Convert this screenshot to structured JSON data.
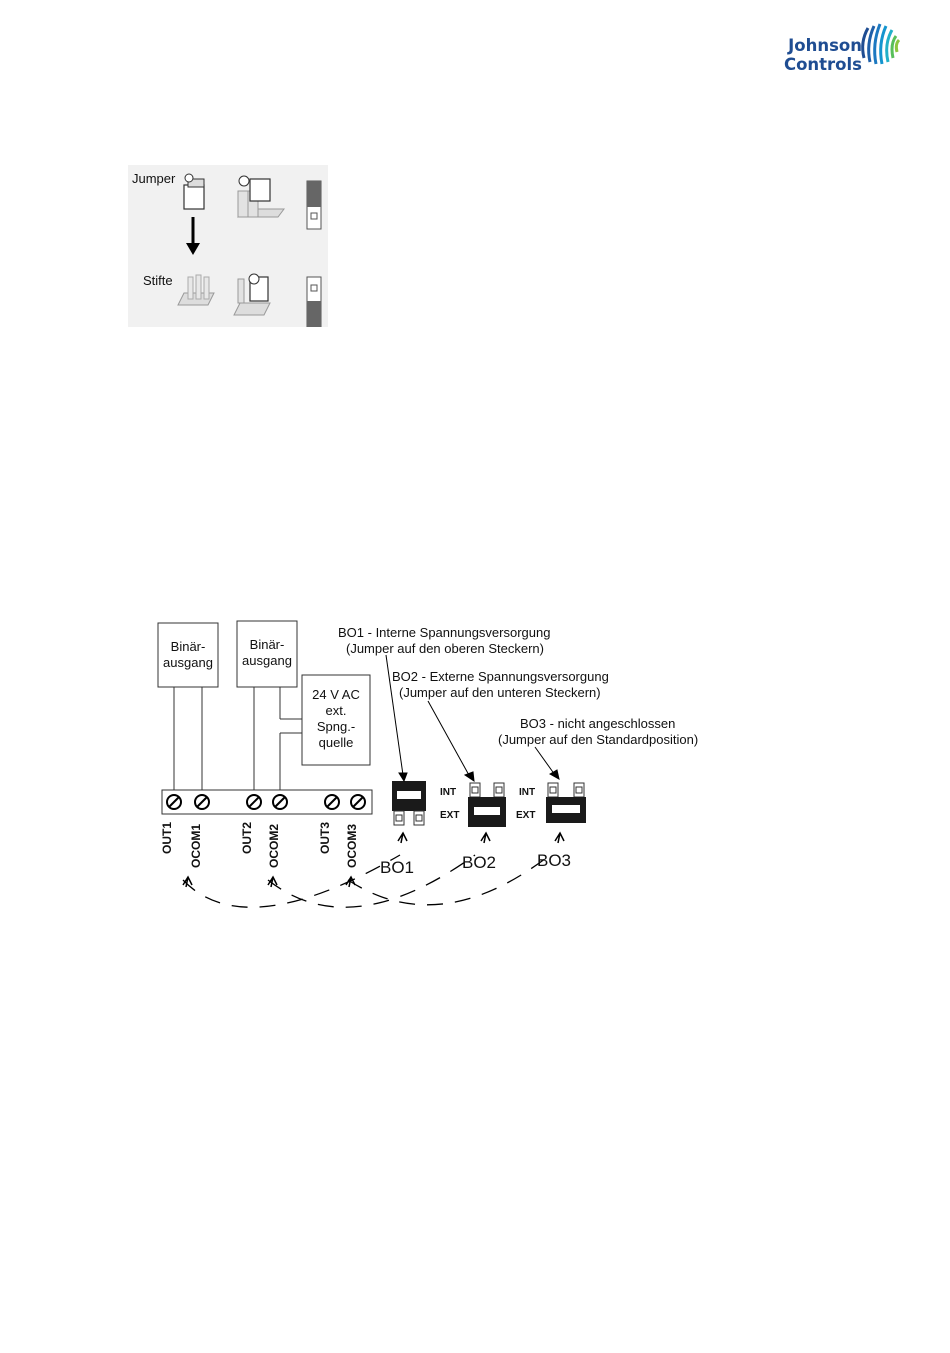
{
  "logo": {
    "line1": "Johnson",
    "line2": "Controls"
  },
  "jumper_figure": {
    "jumper_label": "Jumper",
    "pins_label": "Stifte"
  },
  "wiring_figure": {
    "box_binary1": [
      "Binär-",
      "ausgang"
    ],
    "box_binary2": [
      "Binär-",
      "ausgang"
    ],
    "box_power": [
      "24 V AC",
      "ext.",
      "Spng.-",
      "quelle"
    ],
    "terminals": [
      "OUT1",
      "OCOM1",
      "OUT2",
      "OCOM2",
      "OUT3",
      "OCOM3"
    ],
    "bo1_line1": "BO1 - Interne Spannungsversorgung",
    "bo1_line2": "(Jumper auf den oberen Steckern)",
    "bo2_line1": "BO2 - Externe Spannungsversorgung",
    "bo2_line2": "(Jumper auf den unteren Steckern)",
    "bo3_line1": "BO3 - nicht angeschlossen",
    "bo3_line2": "(Jumper auf den Standardposition)",
    "int_label": "INT",
    "ext_label": "EXT",
    "connectors": [
      "BO1",
      "BO2",
      "BO3"
    ]
  }
}
